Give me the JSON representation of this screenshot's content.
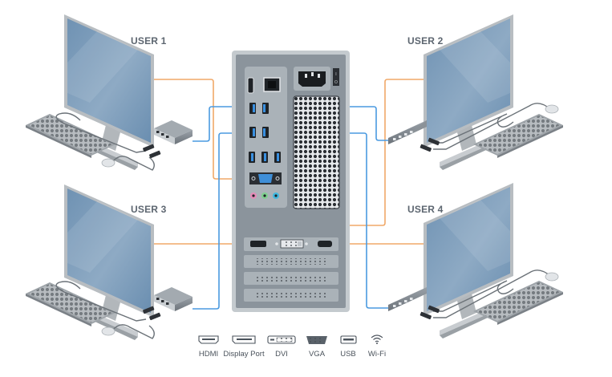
{
  "users": [
    {
      "id": 1,
      "label": "USER 1"
    },
    {
      "id": 2,
      "label": "USER 2"
    },
    {
      "id": 3,
      "label": "USER 3"
    },
    {
      "id": 4,
      "label": "USER 4"
    }
  ],
  "legend": [
    {
      "icon": "hdmi-port-icon",
      "label": "HDMI"
    },
    {
      "icon": "displayport-icon",
      "label": "Display Port"
    },
    {
      "icon": "dvi-port-icon",
      "label": "DVI"
    },
    {
      "icon": "vga-port-icon",
      "label": "VGA"
    },
    {
      "icon": "usb-port-icon",
      "label": "USB"
    },
    {
      "icon": "wifi-icon",
      "label": "Wi-Fi"
    }
  ],
  "colors": {
    "video_cable": "#f0a868",
    "usb_cable": "#4a9ae0",
    "tower_body": "#8b949c",
    "tower_frame": "#c4cace",
    "monitor_screen": "#7f9fbd",
    "monitor_bezel": "#a9afb4",
    "audio_pink": "#e58bb8",
    "audio_green": "#7ed08e",
    "audio_blue": "#3fb8e0"
  },
  "power_switch": {
    "on": "I",
    "off": "O"
  }
}
